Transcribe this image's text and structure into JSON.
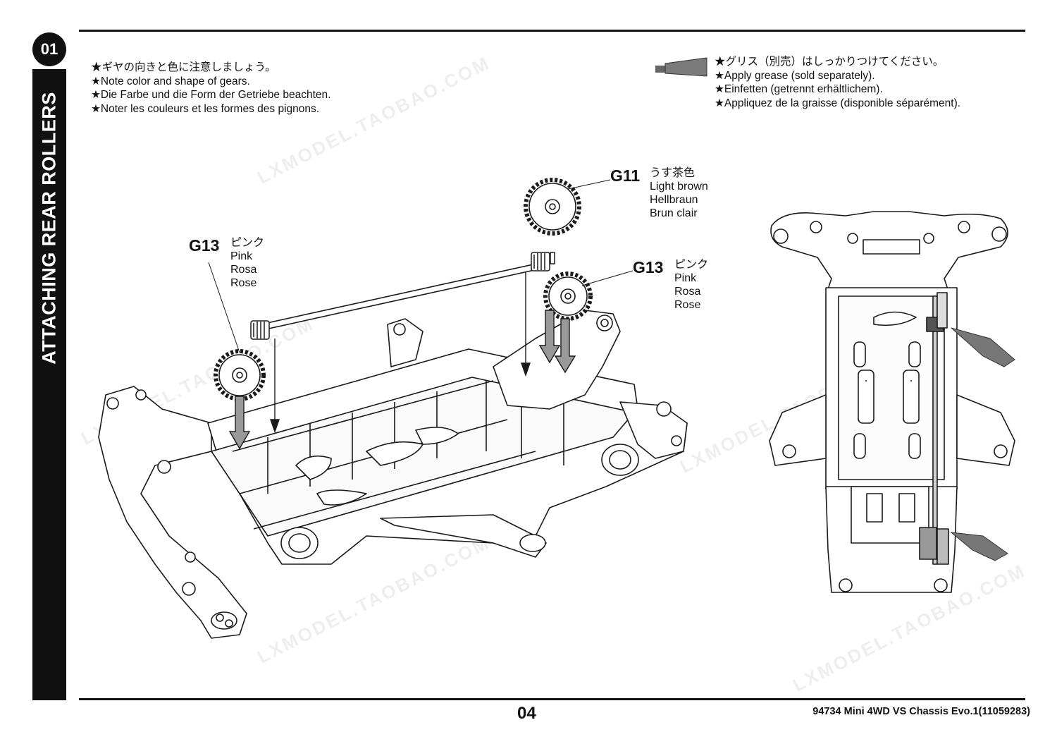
{
  "step": {
    "number": "01",
    "title": "ATTACHING REAR ROLLERS"
  },
  "notes_left": [
    "★ギヤの向きと色に注意しましょう。",
    "★Note color and shape of gears.",
    "★Die Farbe und die Form der Getriebe beachten.",
    "★Noter les couleurs et les formes des pignons."
  ],
  "notes_right": [
    "★グリス（別売）はしっかりつけてください。",
    "★Apply grease (sold separately).",
    "★Einfetten (getrennt erhältlichem).",
    "★Appliquez de la graisse (disponible séparément)."
  ],
  "callouts": {
    "g11": {
      "code": "G11",
      "lines": [
        "うす茶色",
        "Light brown",
        "Hellbraun",
        "Brun clair"
      ]
    },
    "g13_left": {
      "code": "G13",
      "lines": [
        "ピンク",
        "Pink",
        "Rosa",
        "Rose"
      ]
    },
    "g13_right": {
      "code": "G13",
      "lines": [
        "ピンク",
        "Pink",
        "Rosa",
        "Rose"
      ]
    }
  },
  "watermark": "LXMODEL.TAOBAO.COM",
  "page_number": "04",
  "footer": "94734  Mini  4WD  VS  Chassis  Evo.1(11059283)",
  "icons": [
    "grease-tube-icon",
    "gear-icon",
    "pinion-icon",
    "shaft-icon",
    "arrow-down-icon",
    "chassis-illustration"
  ]
}
